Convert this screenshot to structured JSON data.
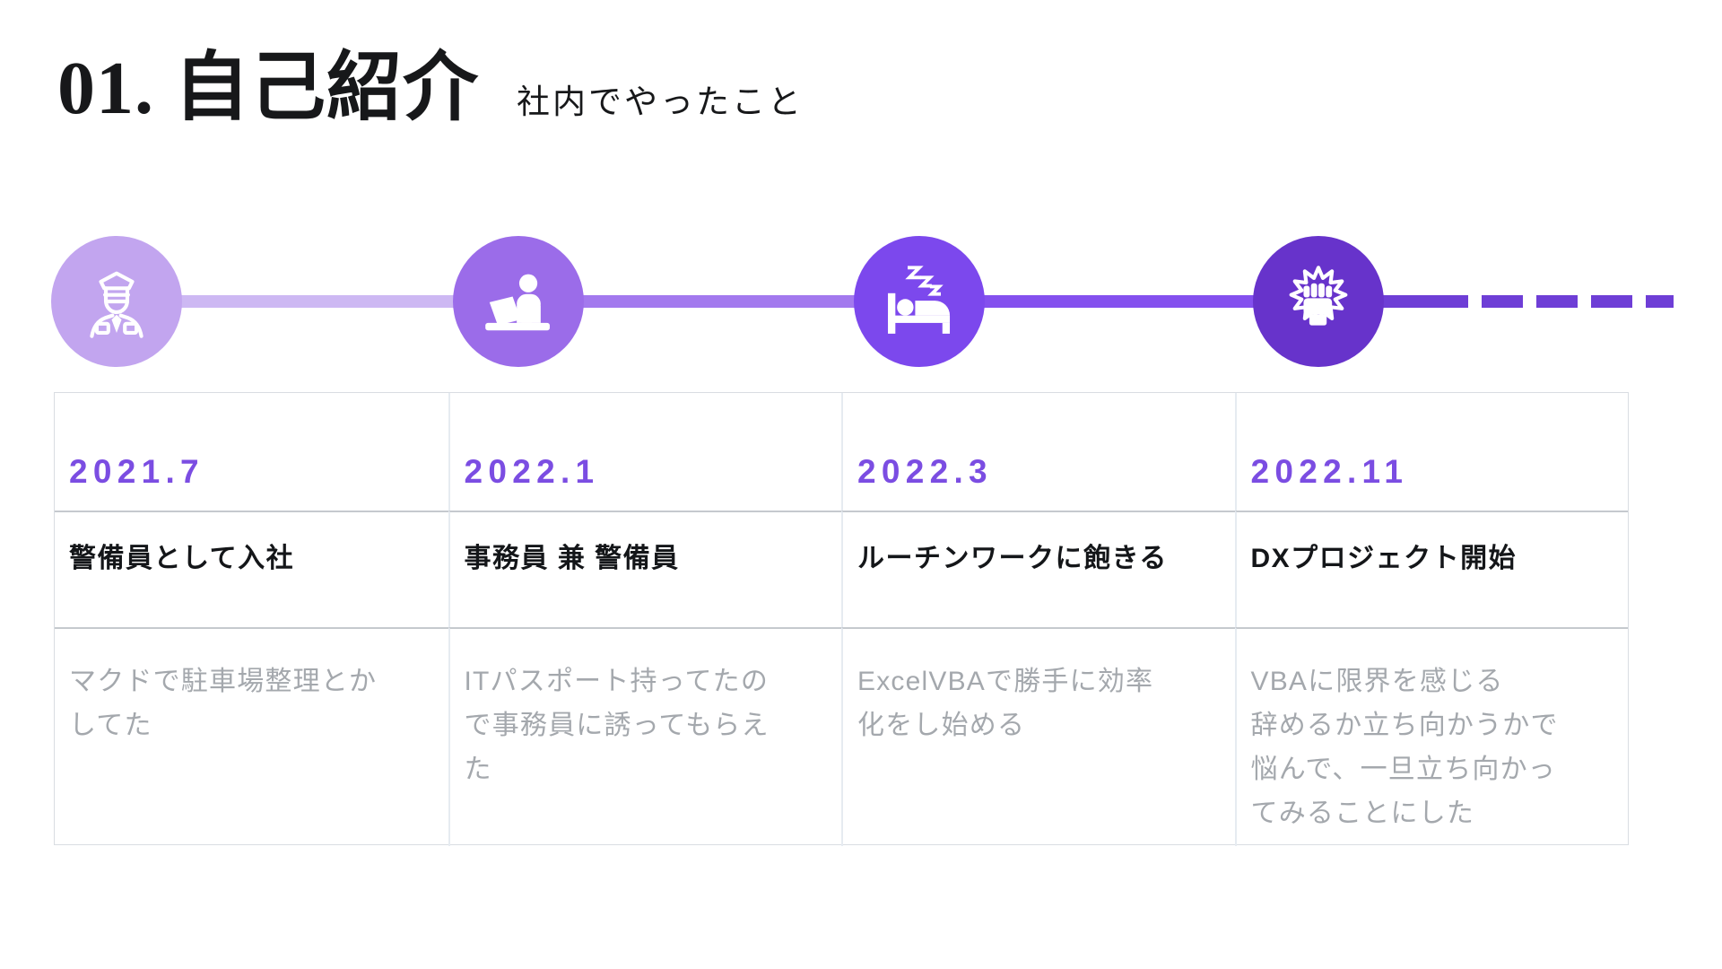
{
  "slide": {
    "title": "01. 自己紹介",
    "subtitle": "社内でやったこと"
  },
  "colors": {
    "date_text": "#7b4de2",
    "heading_text": "#141619",
    "description_text": "#a4a8ad"
  },
  "timeline": {
    "milestones": [
      {
        "icon": "security-guard-icon",
        "circle_color": "#c2a5ef",
        "connector_color": "#cdb8f3",
        "date": "2021.7",
        "heading": "警備員として入社",
        "description": "マクドで駐車場整理とか\nしてた"
      },
      {
        "icon": "office-worker-laptop-icon",
        "circle_color": "#9b6ce9",
        "connector_color": "#a379ee",
        "date": "2022.1",
        "heading": "事務員 兼 警備員",
        "description": "ITパスポート持ってたの\nで事務員に誘ってもらえ\nた"
      },
      {
        "icon": "sleeping-in-bed-icon",
        "circle_color": "#7c48ed",
        "connector_color": "#8450ee",
        "date": "2022.3",
        "heading": "ルーチンワークに飽きる",
        "description": "ExcelVBAで勝手に効率\n化をし始める"
      },
      {
        "icon": "fist-burst-icon",
        "circle_color": "#6733cb",
        "connector_color": "#6e3ed6",
        "date": "2022.11",
        "heading": "DXプロジェクト開始",
        "description": "VBAに限界を感じる\n辞めるか立ち向かうかで\n悩んで、一旦立ち向かっ\nてみることにした"
      }
    ]
  }
}
